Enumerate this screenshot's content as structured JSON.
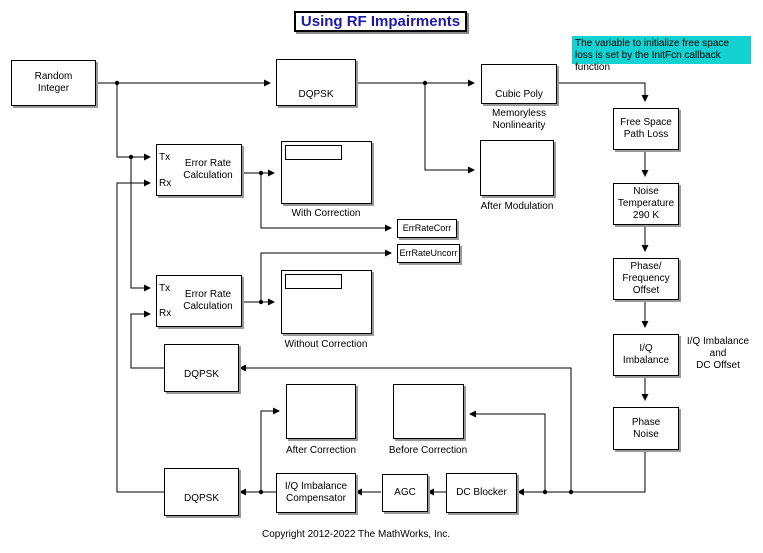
{
  "title": "Using RF Impairments",
  "note": "The variable to initialize free space loss is set by the InitFcn callback function",
  "copyright": "Copyright 2012-2022 The MathWorks, Inc.",
  "blocks": {
    "random_integer": "Random\nInteger",
    "dqpsk_mod": "DQPSK",
    "cubic_poly": "Cubic Poly",
    "memoryless_label": "Memoryless\nNonlinearity",
    "after_modulation": "After Modulation",
    "free_space": "Free Space\nPath Loss",
    "noise_temp": "Noise\nTemperature\n290 K",
    "phase_freq": "Phase/\nFrequency\nOffset",
    "iq_imbalance": "I/Q\nImbalance",
    "iq_imbalance_label": "I/Q Imbalance\nand\nDC Offset",
    "phase_noise": "Phase\nNoise",
    "err_rate_1": "Error Rate\nCalculation",
    "err_rate_2": "Error Rate\nCalculation",
    "tx": "Tx",
    "rx": "Rx",
    "with_correction": "With Correction",
    "without_correction": "Without Correction",
    "goto_corr": "ErrRateCorr",
    "goto_uncorr": "ErrRateUncorr",
    "dqpsk_demod_1": "DQPSK",
    "dqpsk_demod_2": "DQPSK",
    "after_correction": "After Correction",
    "before_correction": "Before Correction",
    "iq_comp": "I/Q Imbalance\nCompensator",
    "agc": "AGC",
    "dc_blocker": "DC Blocker"
  },
  "colors": {
    "title_text": "#1a1aa6",
    "note_bg": "#15d2d2"
  }
}
